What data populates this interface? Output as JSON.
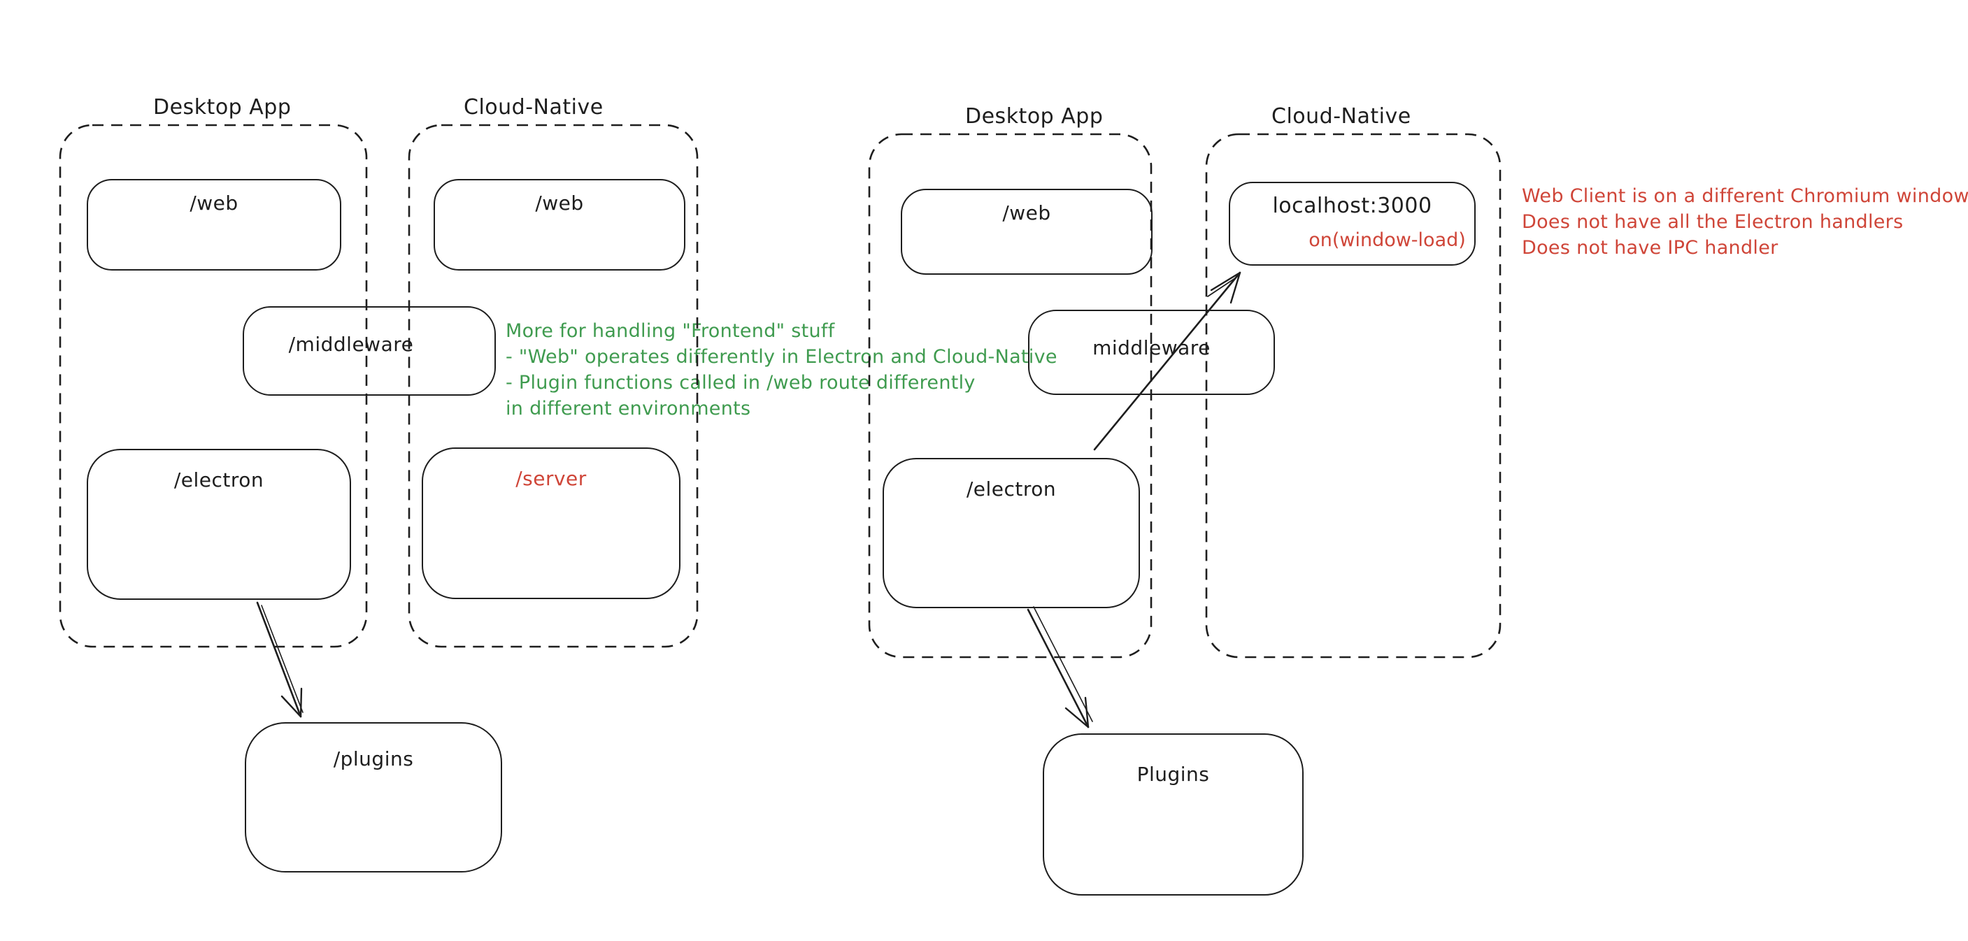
{
  "groups": {
    "left_desktop": "Desktop App",
    "left_cloud": "Cloud-Native",
    "right_desktop": "Desktop App",
    "right_cloud": "Cloud-Native"
  },
  "boxes": {
    "left_desktop_web": "/web",
    "left_cloud_web": "/web",
    "left_middleware": "/middleware",
    "left_electron": "/electron",
    "left_server": "/server",
    "left_plugins": "/plugins",
    "right_desktop_web": "/web",
    "right_localhost": "localhost:3000",
    "right_localhost_event": "on(window-load)",
    "right_middleware": "middleware",
    "right_electron": "/electron",
    "right_plugins": "Plugins"
  },
  "annotations": {
    "green_note": {
      "lines": [
        "More for handling \"Frontend\" stuff",
        "- \"Web\" operates differently in Electron and Cloud-Native",
        "- Plugin functions called in /web route differently",
        "in different environments"
      ]
    },
    "red_note": {
      "lines": [
        "Web Client is on a different Chromium window",
        "Does not have all the Electron handlers",
        "Does not have IPC handler"
      ]
    }
  },
  "colors": {
    "ink": "#1e1e1e",
    "green": "#3f9b4f",
    "red": "#cf4538",
    "paper": "#ffffff"
  }
}
